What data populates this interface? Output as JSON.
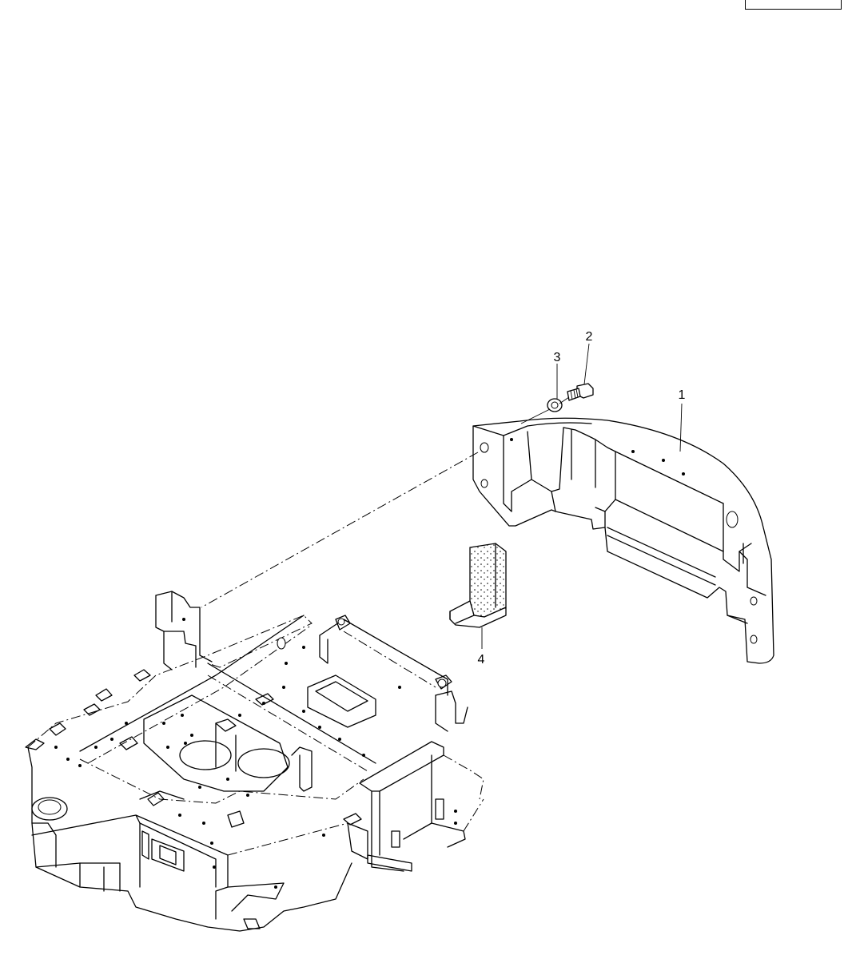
{
  "diagram": {
    "page_ref_box": "",
    "callouts": [
      {
        "id": "callout-1",
        "label": "1"
      },
      {
        "id": "callout-2",
        "label": "2"
      },
      {
        "id": "callout-3",
        "label": "3"
      },
      {
        "id": "callout-4",
        "label": "4"
      }
    ]
  }
}
